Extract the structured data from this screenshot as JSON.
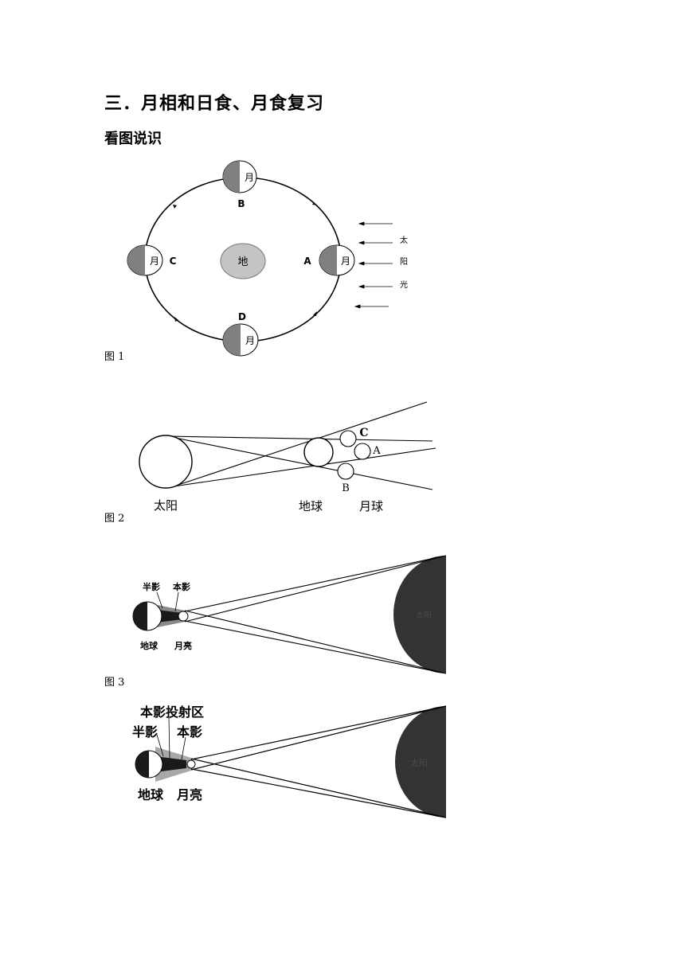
{
  "title": "三．月相和日食、月食复习",
  "subtitle": "看图说识",
  "fig1": {
    "caption": "图 1",
    "earth": "地",
    "moon": "月",
    "positions": {
      "a": "A",
      "b": "B",
      "c": "C",
      "d": "D"
    },
    "sunlight": [
      "太",
      "阳",
      "光"
    ]
  },
  "fig2": {
    "caption": "图 2",
    "sun": "太阳",
    "earth": "地球",
    "moon": "月球",
    "points": {
      "a": "A",
      "b": "B",
      "c": "C"
    }
  },
  "fig3": {
    "caption": "图 3",
    "penumbra": "半影",
    "umbra": "本影",
    "earth": "地球",
    "moon": "月亮",
    "sun": "太阳"
  },
  "fig4": {
    "umbra_projection": "本影投射区",
    "penumbra": "半影",
    "umbra": "本影",
    "earth": "地球",
    "moon": "月亮",
    "sun": "太阳"
  },
  "colors": {
    "shade": "#808080",
    "earth_fill": "#c4c4c4",
    "dark": "#1a1a1a",
    "sun_dark": "#333333"
  }
}
